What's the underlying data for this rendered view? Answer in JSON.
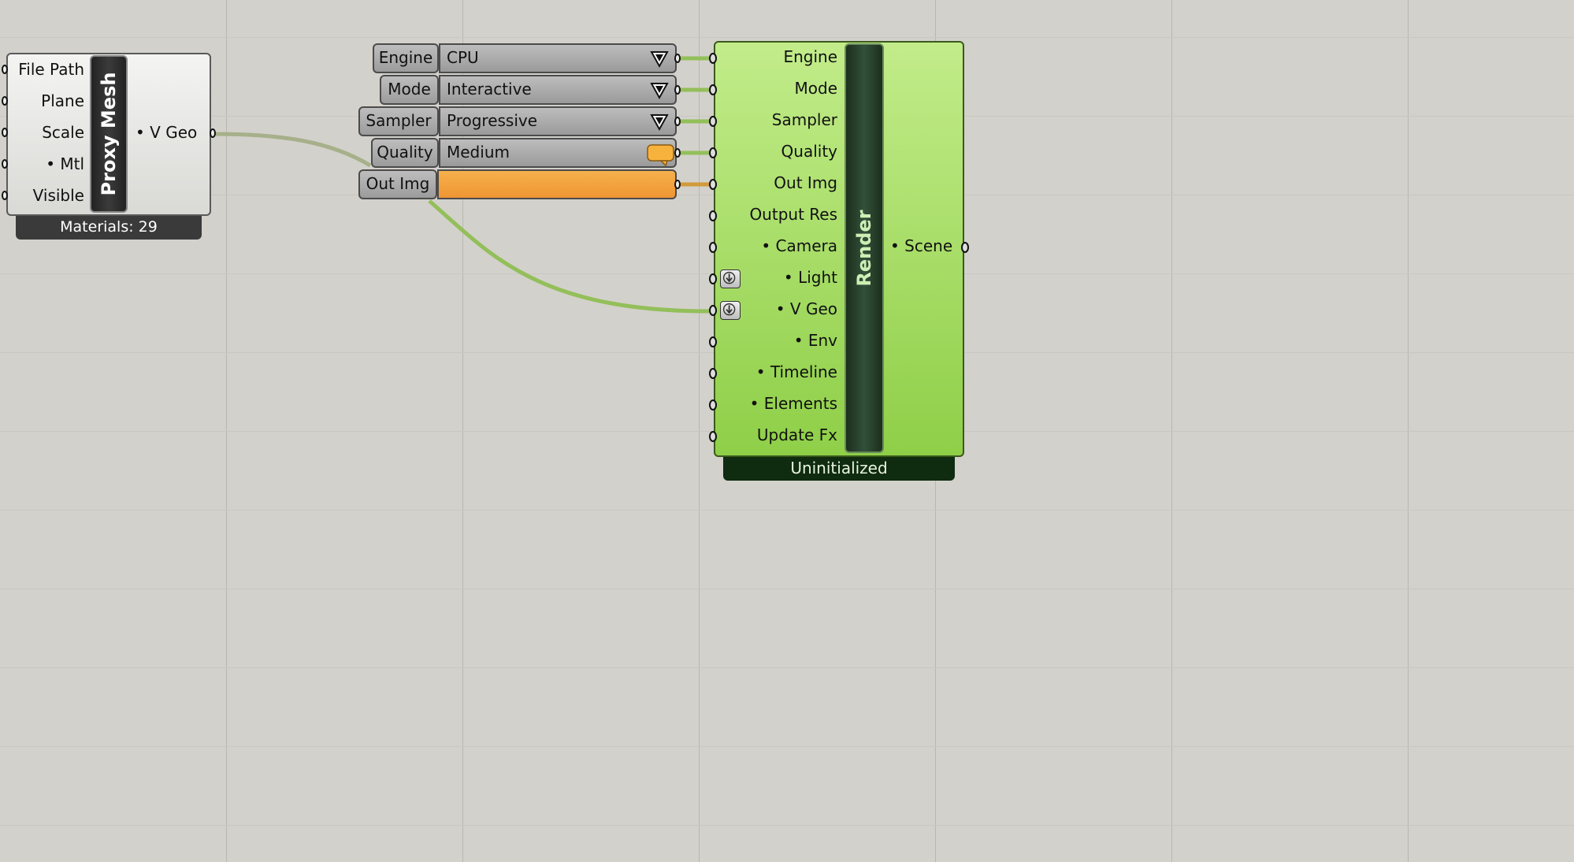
{
  "proxy_mesh": {
    "title": "Proxy Mesh",
    "inputs": [
      "File Path",
      "Plane",
      "Scale",
      "• Mtl",
      "Visible"
    ],
    "output": "• V Geo",
    "footer": "Materials: 29"
  },
  "value_lists": [
    {
      "label": "Engine",
      "value": "CPU",
      "type": "dropdown"
    },
    {
      "label": "Mode",
      "value": "Interactive",
      "type": "dropdown"
    },
    {
      "label": "Sampler",
      "value": "Progressive",
      "type": "dropdown"
    },
    {
      "label": "Quality",
      "value": "Medium",
      "type": "panel"
    },
    {
      "label": "Out Img",
      "value": "",
      "type": "panel-orange"
    }
  ],
  "render": {
    "title": "Render",
    "inputs": [
      "Engine",
      "Mode",
      "Sampler",
      "Quality",
      "Out Img",
      "Output Res",
      "• Camera",
      "• Light",
      "• V Geo",
      "• Env",
      "• Timeline",
      "• Elements",
      "Update Fx"
    ],
    "output": "• Scene",
    "footer": "Uninitialized"
  },
  "icons": {
    "dropdown": "dropdown-triangle-icon",
    "graft": "graft-arrow-icon",
    "panel": "panel-tag-icon"
  },
  "colors": {
    "canvas": "#d3d1cb",
    "render_body": "#a6de5e",
    "render_footer": "#0f2b10",
    "wire_green": "#93bf5a",
    "wire_orange": "#d19a3b",
    "panel_orange": "#f4a443"
  }
}
